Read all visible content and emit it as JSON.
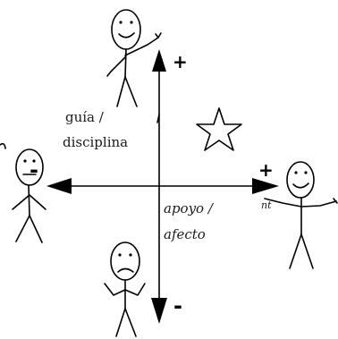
{
  "labels": {
    "guia_line1": "guía /",
    "guia_line2": "disciplina",
    "apoyo_line1": "apoyo /",
    "apoyo_line2": "afecto",
    "stray_mark": "nt"
  },
  "axis_signs": {
    "top": "+",
    "bottom": "-",
    "left": "-",
    "right": "+"
  },
  "icons": [
    "star-icon",
    "happy-face",
    "neutral-face",
    "sad-face"
  ]
}
